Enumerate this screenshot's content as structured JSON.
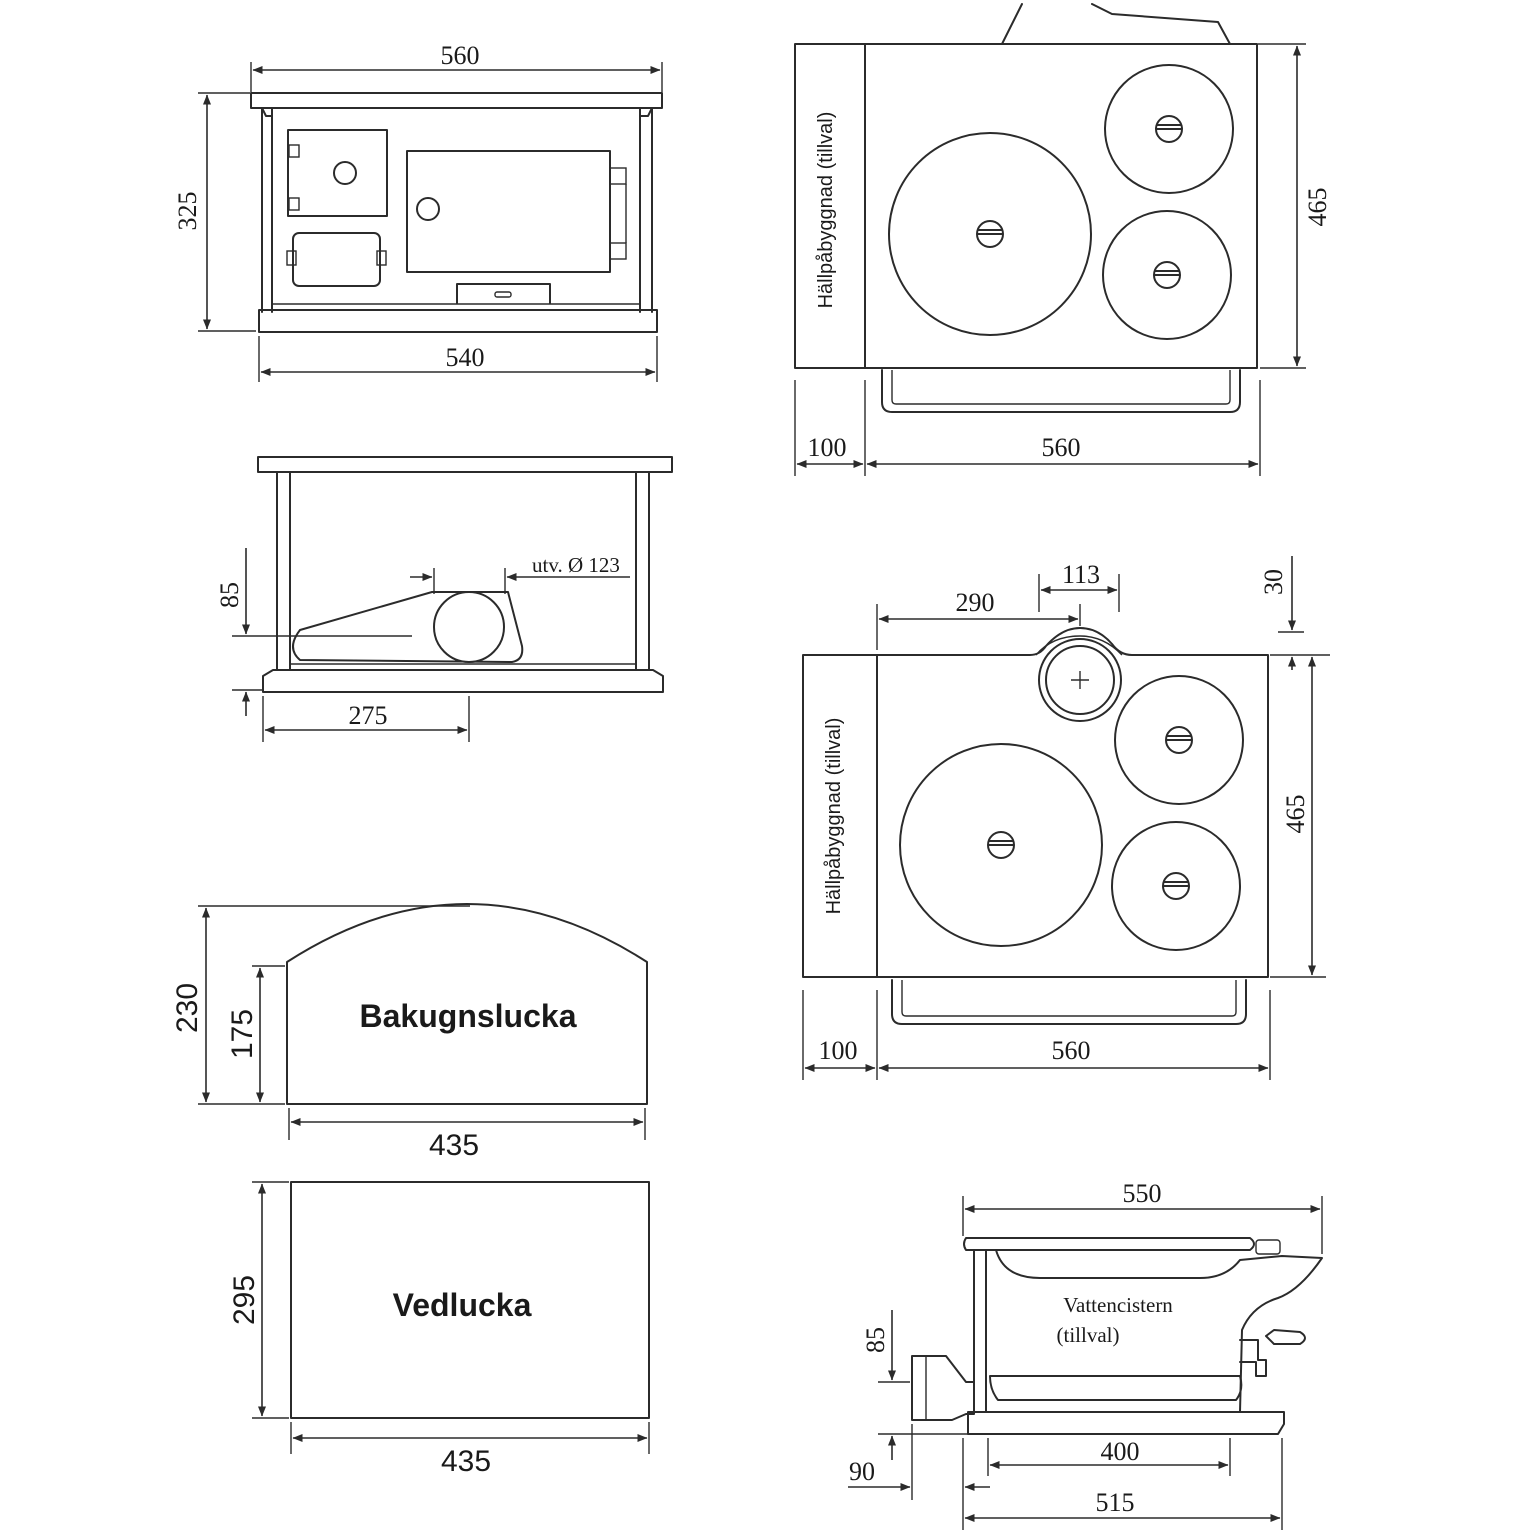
{
  "views": {
    "front": {
      "width_top": "560",
      "width_bottom": "540",
      "height": "325"
    },
    "top_plain": {
      "depth": "465",
      "width": "560",
      "extension": "100",
      "label": "Hällpåbyggnad (tillval)"
    },
    "side": {
      "flue_height": "85",
      "flue_distance": "275",
      "flue_label": "utv. Ø 123"
    },
    "top_flue": {
      "flue_offset": "290",
      "flue_width": "113",
      "flue_rise": "30",
      "depth": "465",
      "width": "560",
      "extension": "100",
      "label": "Hällpåbyggnad (tillval)"
    },
    "oven_door": {
      "title": "Bakugnslucka",
      "total_height": "230",
      "side_height": "175",
      "width": "435"
    },
    "wood_door": {
      "title": "Vedlucka",
      "height": "295",
      "width": "435"
    },
    "water_tank": {
      "top_width": "550",
      "inner_width": "400",
      "base_width": "515",
      "offset": "90",
      "height": "85",
      "label_line1": "Vattencistern",
      "label_line2": "(tillval)"
    }
  }
}
